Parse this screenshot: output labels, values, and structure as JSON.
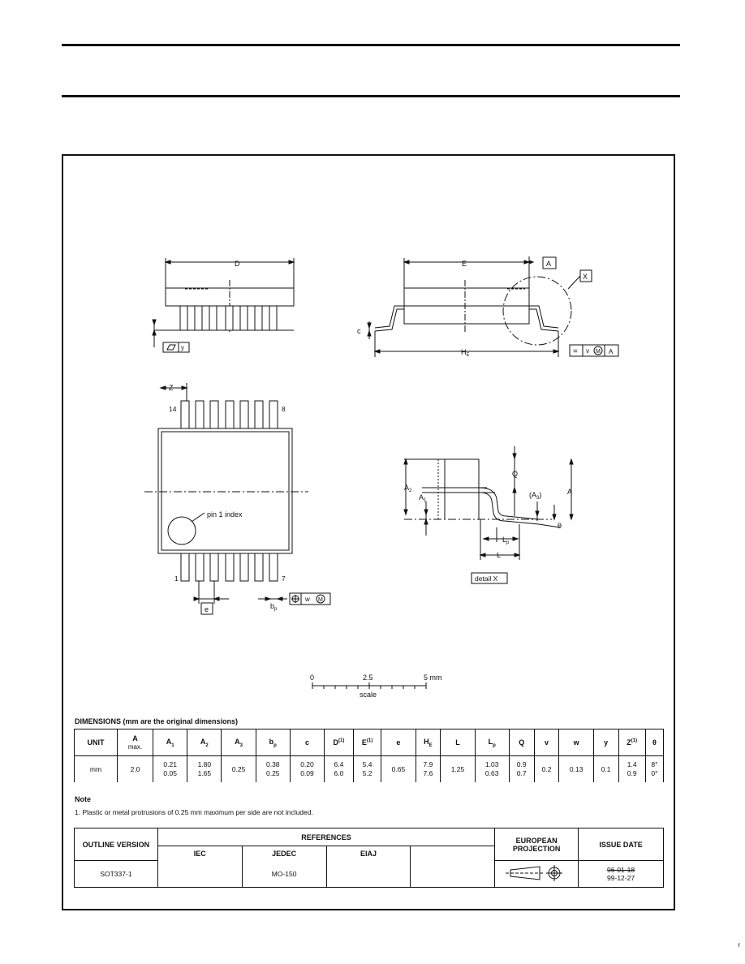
{
  "drawing": {
    "top_view": {
      "label_D": "D"
    },
    "side_view": {
      "label_E": "E",
      "label_A_box": "A",
      "label_X_box": "X",
      "label_c": "c",
      "label_HE": "H",
      "label_HE_sub": "E",
      "tol_symbol": "=",
      "tol_v": "v",
      "tol_M": "M",
      "tol_A": "A",
      "flat_y": "y"
    },
    "plan_view": {
      "label_Z": "Z",
      "pin14": "14",
      "pin8": "8",
      "pin1": "1",
      "pin7": "7",
      "pin1_index": "pin 1 index",
      "label_e": "e",
      "label_bp": "b",
      "label_bp_sub": "p",
      "tol_w": "w",
      "tol_M": "M"
    },
    "detail": {
      "label_Q": "Q",
      "label_A2": "A",
      "label_A2_sub": "2",
      "label_A1": "A",
      "label_A1_sub": "1",
      "label_A3": "(A",
      "label_A3_sub": "3",
      "label_A3_close": ")",
      "label_A": "A",
      "label_Lp": "L",
      "label_Lp_sub": "p",
      "label_L": "L",
      "label_theta": "θ",
      "caption": "detail X"
    },
    "scale": {
      "t0": "0",
      "t1": "2.5",
      "t2": "5 mm",
      "caption": "scale"
    }
  },
  "dimensions": {
    "title": "DIMENSIONS (mm are the original dimensions)",
    "headers": [
      "UNIT",
      "A",
      "max.",
      "A",
      "1",
      "A",
      "2",
      "A",
      "3",
      "b",
      "p",
      "c",
      "D",
      "(1)",
      "E",
      "(1)",
      "e",
      "H",
      "E",
      "L",
      "L",
      "p",
      "Q",
      "v",
      "w",
      "y",
      "Z",
      "(1)",
      "θ"
    ],
    "row": {
      "unit": "mm",
      "A": "2.0",
      "A1": [
        "0.21",
        "0.05"
      ],
      "A2": [
        "1.80",
        "1.65"
      ],
      "A3": "0.25",
      "bp": [
        "0.38",
        "0.25"
      ],
      "c": [
        "0.20",
        "0.09"
      ],
      "D": [
        "6.4",
        "6.0"
      ],
      "E": [
        "5.4",
        "5.2"
      ],
      "e": "0.65",
      "HE": [
        "7.9",
        "7.6"
      ],
      "L": "1.25",
      "Lp": [
        "1.03",
        "0.63"
      ],
      "Q": [
        "0.9",
        "0.7"
      ],
      "v": "0.2",
      "w": "0.13",
      "y": "0.1",
      "Z": [
        "1.4",
        "0.9"
      ],
      "theta": [
        "8°",
        "0°"
      ]
    }
  },
  "note": {
    "title": "Note",
    "text": "1. Plastic or metal protrusions of 0.25 mm maximum per side are not included."
  },
  "references": {
    "outline_version_label": "OUTLINE VERSION",
    "references_label": "REFERENCES",
    "iec_label": "IEC",
    "jedec_label": "JEDEC",
    "eiaj_label": "EIAJ",
    "european_projection_label": "EUROPEAN PROJECTION",
    "issue_date_label": "ISSUE DATE",
    "outline_version": "SOT337-1",
    "iec": "",
    "jedec": "MO-150",
    "eiaj": "",
    "issue_date_old": "96-01-18",
    "issue_date": "99-12-27"
  },
  "corner_mark": "r"
}
